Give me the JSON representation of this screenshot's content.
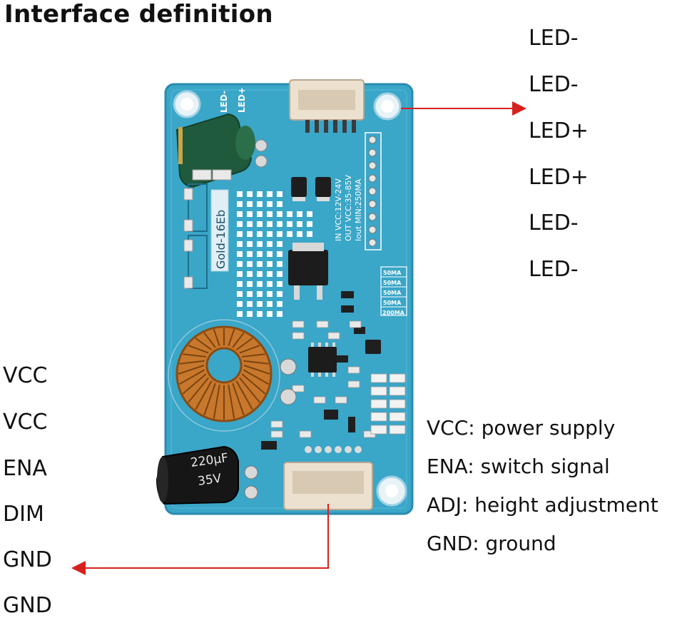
{
  "title": "Interface definition",
  "output_pins": [
    "LED-",
    "LED-",
    "LED+",
    "LED+",
    "LED-",
    "LED-"
  ],
  "input_pins": [
    "VCC",
    "VCC",
    "ENA",
    "DIM",
    "GND",
    "GND"
  ],
  "definitions": [
    "VCC: power supply",
    "ENA: switch signal",
    "ADJ: height adjustment",
    "GND: ground"
  ],
  "board": {
    "model_label": "Gold-16Eb",
    "top_silk_left": "LED-",
    "top_silk_right": "LED+",
    "spec_lines": [
      "IN VCC:12V-24V",
      "OUT VCC:35-85V",
      "Iout MIN:250MA"
    ],
    "current_table": [
      "50MA",
      "50MA",
      "50MA",
      "50MA",
      "200MA"
    ],
    "cap_top": "",
    "cap_bottom_line1": "220µF",
    "cap_bottom_line2": "35V"
  },
  "colors": {
    "pcb": "#3aa6c8",
    "pcb_dark": "#2b8fb2",
    "arrow": "#d8201c",
    "connector": "#ece0cf",
    "copper": "#c8782c"
  }
}
